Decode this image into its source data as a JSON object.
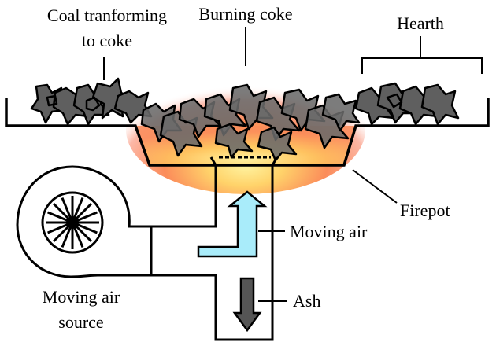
{
  "labels": {
    "coal_line1": "Coal tranforming",
    "coal_line2": "to coke",
    "burning_coke": "Burning coke",
    "hearth": "Hearth",
    "firepot": "Firepot",
    "moving_air": "Moving air",
    "ash": "Ash",
    "source_line1": "Moving air",
    "source_line2": "source"
  },
  "colors": {
    "coal": "#5f5f5f",
    "outline": "#000000",
    "glow_inner": "#ffe27a",
    "glow_mid": "#fb8c5a",
    "glow_outer": "#fdd8d0",
    "air_arrow": "#a9ecfa",
    "ash_arrow": "#555555"
  }
}
